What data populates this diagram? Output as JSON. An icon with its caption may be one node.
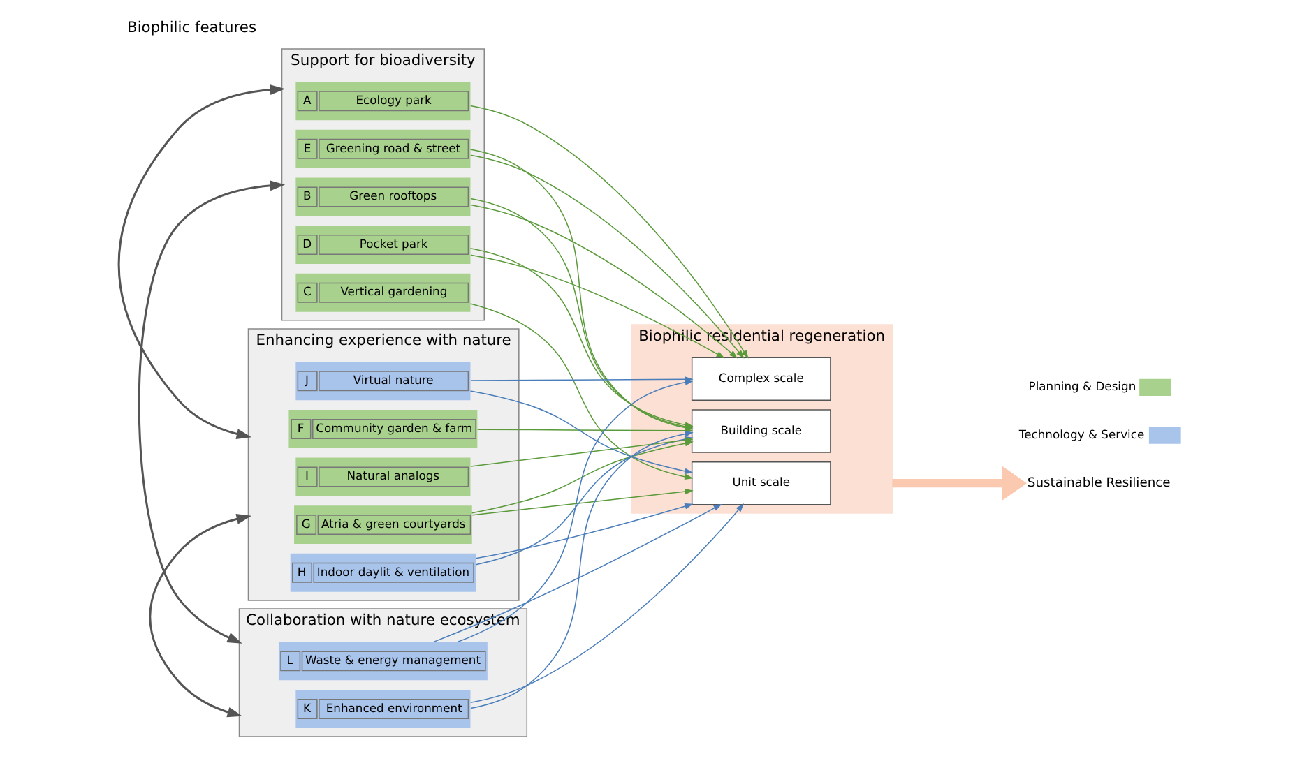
{
  "diagram": {
    "title": "Biophilic features",
    "nodes": [
      {
        "text": [
          "Support for bioadiversity"
        ]
      },
      {
        "text": [
          "Enhancing experience with nature"
        ]
      },
      {
        "text": [
          "Collaboration with nature ecosystem"
        ]
      },
      {
        "text": [
          "A",
          "Ecology park"
        ],
        "in": 0
      },
      {
        "text": [
          "B",
          "Green rooftops"
        ],
        "in": 0
      },
      {
        "text": [
          "C",
          "Vertical gardening"
        ],
        "in": 0
      },
      {
        "text": [
          "D",
          "Pocket park"
        ],
        "in": 0
      },
      {
        "text": [
          "E",
          "Greening road & street"
        ],
        "in": 0
      },
      {
        "text": [
          "F",
          "Community garden & farm"
        ],
        "in": 1
      },
      {
        "text": [
          "G",
          "Atria & green courtyards"
        ],
        "in": 1
      },
      {
        "text": [
          "H",
          "Indoor daylit & ventilation"
        ],
        "in": 1
      },
      {
        "text": [
          "I",
          "Natural analogs"
        ],
        "in": 1
      },
      {
        "text": [
          "J",
          "Virtual nature"
        ],
        "in": 1
      },
      {
        "text": [
          "K",
          "Enhanced environment"
        ],
        "in": 2
      },
      {
        "text": [
          "L",
          "Waste & energy management"
        ],
        "in": 2
      },
      {
        "text": [
          "Biophilic residential regeneration"
        ]
      },
      {
        "text": [
          "Unit scale"
        ],
        "in": 15
      },
      {
        "text": [
          "Building scale"
        ],
        "in": 15
      },
      {
        "text": [
          "Complex scale"
        ],
        "in": 15
      },
      {
        "text": [
          "Sustainable Resilience"
        ]
      }
    ],
    "edges": [
      {
        "from": 0,
        "to": 1,
        "arrow": "both"
      },
      {
        "from": 1,
        "to": 2,
        "arrow": "both"
      },
      {
        "from": 0,
        "to": 2,
        "arrow": "both"
      },
      {
        "from": 5,
        "to": 16,
        "arrow": "to"
      },
      {
        "from": 10,
        "to": 16,
        "arrow": "to",
        "color": "#4a7ebb"
      },
      {
        "from": 9,
        "to": 16,
        "arrow": "to"
      },
      {
        "from": 12,
        "to": 16,
        "arrow": "to",
        "color": "#4a7ebb"
      },
      {
        "from": 13,
        "to": 16,
        "arrow": "to",
        "color": "#4a7ebb"
      },
      {
        "from": 14,
        "to": 16,
        "arrow": "to",
        "color": "#4a7ebb"
      },
      {
        "from": 4,
        "to": 17,
        "arrow": "to"
      },
      {
        "from": 6,
        "to": 17,
        "arrow": "to"
      },
      {
        "from": 7,
        "to": 17,
        "arrow": "to"
      },
      {
        "from": 8,
        "to": 17,
        "arrow": "to"
      },
      {
        "from": 10,
        "to": 17,
        "arrow": "to",
        "color": "#4a7ebb"
      },
      {
        "from": 9,
        "to": 17,
        "arrow": "to"
      },
      {
        "from": 11,
        "to": 17,
        "arrow": "to"
      },
      {
        "from": 13,
        "to": 17,
        "arrow": "to",
        "color": "#4a7ebb"
      },
      {
        "from": 3,
        "to": 18,
        "arrow": "to"
      },
      {
        "from": 4,
        "to": 18,
        "arrow": "to"
      },
      {
        "from": 6,
        "to": 18,
        "arrow": "to"
      },
      {
        "from": 7,
        "to": 18,
        "arrow": "to"
      },
      {
        "from": 12,
        "to": 18,
        "arrow": "to",
        "color": "#4a7ebb"
      },
      {
        "from": 14,
        "to": 18,
        "arrow": "to",
        "color": "#4a7ebb"
      },
      {
        "from": 15,
        "to": 19,
        "arrow": "to",
        "style": "thick",
        "color": "#fbc8b0"
      }
    ],
    "legend": [
      {
        "text": "Planning & Design",
        "color": "#a9d18e"
      },
      {
        "text": "Technology & Service",
        "color": "#a9c4eb"
      }
    ]
  }
}
